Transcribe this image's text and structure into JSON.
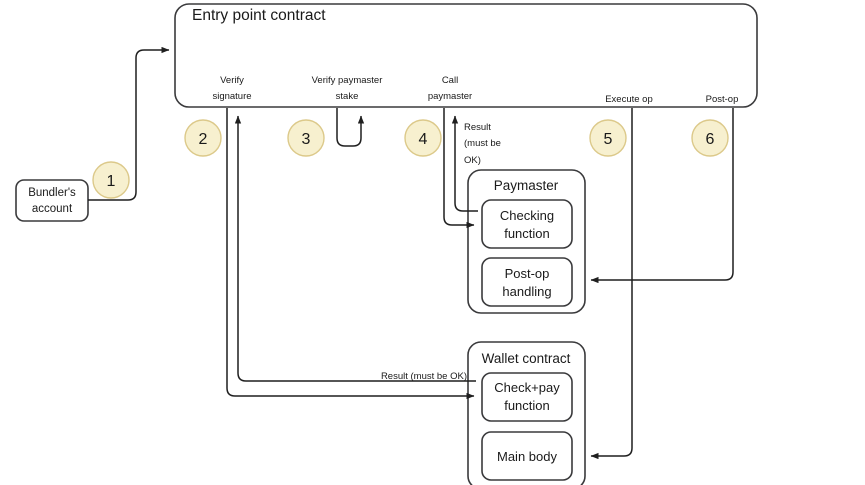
{
  "diagram": {
    "title_visible": false,
    "background": "#ffffff",
    "accent_badge_fill": "#f7f0cf",
    "accent_badge_stroke": "#dcc98a",
    "line_color": "#1f1f1f",
    "shape_stroke": "#3a3a3c"
  },
  "nodes": {
    "bundler": {
      "line1": "Bundler's",
      "line2": "account"
    },
    "entry_point": {
      "title": "Entry point contract"
    },
    "paymaster": {
      "title": "Paymaster",
      "checking_function": {
        "line1": "Checking",
        "line2": "function"
      },
      "post_op_handling": {
        "line1": "Post-op",
        "line2": "handling"
      }
    },
    "wallet": {
      "title": "Wallet contract",
      "check_pay_function": {
        "line1": "Check+pay",
        "line2": "function"
      },
      "main_body": {
        "line1": "Main body"
      }
    }
  },
  "ports": [
    {
      "id": "verify-signature",
      "line1": "Verify",
      "line2": "signature"
    },
    {
      "id": "verify-paymaster-stake",
      "line1": "Verify paymaster",
      "line2": "stake"
    },
    {
      "id": "call-paymaster",
      "line1": "Call",
      "line2": "paymaster"
    },
    {
      "id": "execute-op",
      "line1": "Execute op",
      "line2": ""
    },
    {
      "id": "post-op",
      "line1": "Post-op",
      "line2": ""
    }
  ],
  "badges": [
    {
      "id": "step-1",
      "label": "1"
    },
    {
      "id": "step-2",
      "label": "2"
    },
    {
      "id": "step-3",
      "label": "3"
    },
    {
      "id": "step-4",
      "label": "4"
    },
    {
      "id": "step-5",
      "label": "5"
    },
    {
      "id": "step-6",
      "label": "6"
    }
  ],
  "annotations": {
    "paymaster_result": {
      "line1": "Result",
      "line2": "(must be",
      "line3": "OK)"
    },
    "wallet_result": {
      "line1": "Result (must be OK)"
    }
  }
}
